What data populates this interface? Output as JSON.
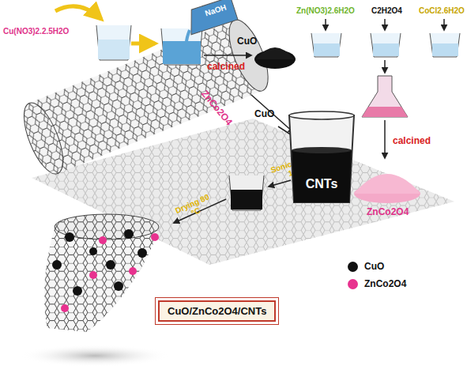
{
  "diagram": {
    "nodes": [
      {
        "text": [
          "CNTs"
        ]
      },
      {
        "text": [
          "CuO/ZnCo2O4/CNTs"
        ]
      }
    ],
    "labels": [
      "Cu(NO3)2.2.5H2O",
      "NaOH",
      "CuO",
      "calcined",
      "Zn(NO3)2.6H2O",
      "C2H2O4",
      "CoCl2.6H2O",
      "calcined",
      "ZnCo2O4",
      "ZnCo2O4",
      "CuO",
      "Sonication 1h",
      "Drying 80 °C"
    ],
    "legend": [
      {
        "text": "CuO",
        "color": "#111111"
      },
      {
        "text": "ZnCo2O4",
        "color": "#e8328f"
      }
    ]
  }
}
